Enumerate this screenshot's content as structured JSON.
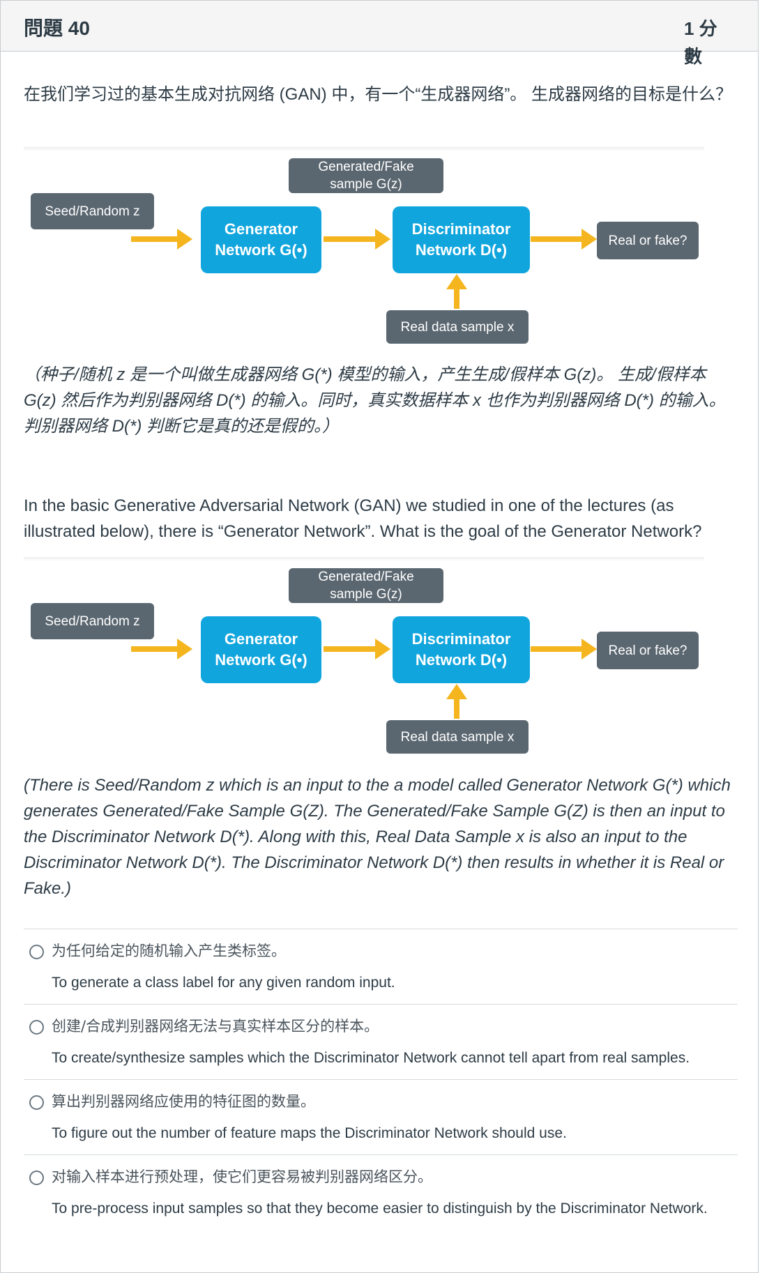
{
  "question": {
    "title": "問題 40",
    "points": "1 分數"
  },
  "question_text_zh": "在我们学习过的基本生成对抗网络 (GAN) 中，有一个“生成器网络”。 生成器网络的目标是什么？",
  "diagram": {
    "seed_label": "Seed/Random z",
    "generated_label_line1": "Generated/Fake",
    "generated_label_line2": "sample G(z)",
    "generator_line1": "Generator",
    "generator_line2": "Network G(•)",
    "discriminator_line1": "Discriminator",
    "discriminator_line2": "Network  D(•)",
    "real_or_fake": "Real or fake?",
    "real_data": "Real data sample x",
    "arrow_color": "#f4b51e",
    "box_blue": "#11a5dd",
    "box_gray": "#5b6770"
  },
  "caption_zh": "（种子/随机 z 是一个叫做生成器网络  G(*) 模型的输入，产生生成/假样本 G(z)。  生成/假样本 G(z) 然后作为判别器网络 D(*) 的输入。同时，真实数据样本 x 也作为判别器网络 D(*) 的输入。  判别器网络 D(*) 判断它是真的还是假的。）",
  "question_text_en": "In the basic Generative Adversarial Network (GAN) we studied in one of the lectures (as illustrated below), there is “Generator Network”. What is the goal of the Generator Network?",
  "caption_en": "(There is Seed/Random z which is an input to the a model called Generator Network G(*) which generates Generated/Fake Sample G(Z). The Generated/Fake Sample G(Z) is then an input to the Discriminator Network D(*). Along with this, Real Data Sample x is also an input to the Discriminator Network D(*). The Discriminator Network D(*) then results in whether it is Real or Fake.)",
  "answers": [
    {
      "zh": "为任何给定的随机输入产生类标签。",
      "en": "To generate a class label for any given random input."
    },
    {
      "zh": "创建/合成判别器网络无法与真实样本区分的样本。",
      "en": "To create/synthesize samples which the Discriminator Network cannot tell apart from real samples."
    },
    {
      "zh": "算出判别器网络应使用的特征图的数量。",
      "en": "To figure out the number of feature maps the Discriminator Network should use."
    },
    {
      "zh": "对输入样本进行预处理，使它们更容易被判别器网络区分。",
      "en": "To pre-process input samples so that they become easier to distinguish by the Discriminator Network."
    }
  ]
}
